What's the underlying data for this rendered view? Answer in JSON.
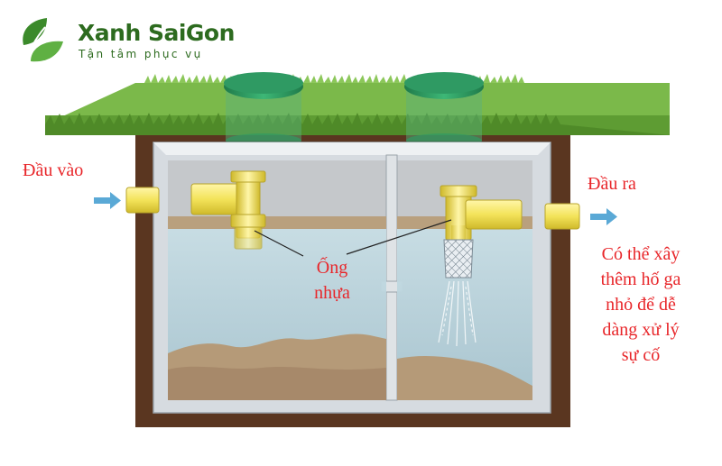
{
  "brand": {
    "name": "Xanh SaiGon",
    "tagline": "Tận tâm phục vụ",
    "color": "#2d6b1f"
  },
  "labels": {
    "inlet": "Đầu vào",
    "outlet": "Đầu ra",
    "pipe_lines": [
      "Ống",
      "nhựa"
    ],
    "note_lines": [
      "Có thể xây",
      "thêm hố ga",
      "nhỏ để dễ",
      "dàng xử lý",
      "sự cố"
    ]
  },
  "colors": {
    "label": "#e8262a",
    "grass": "#6fae3a",
    "soil": "#5a3620",
    "tank_wall": "#d6dbe0",
    "water": "#b9d3dc",
    "sludge": "#b59a78",
    "pipe": "#f3e35a",
    "manhole_cover": "#2f9a63",
    "arrow": "#5aa9d6"
  }
}
